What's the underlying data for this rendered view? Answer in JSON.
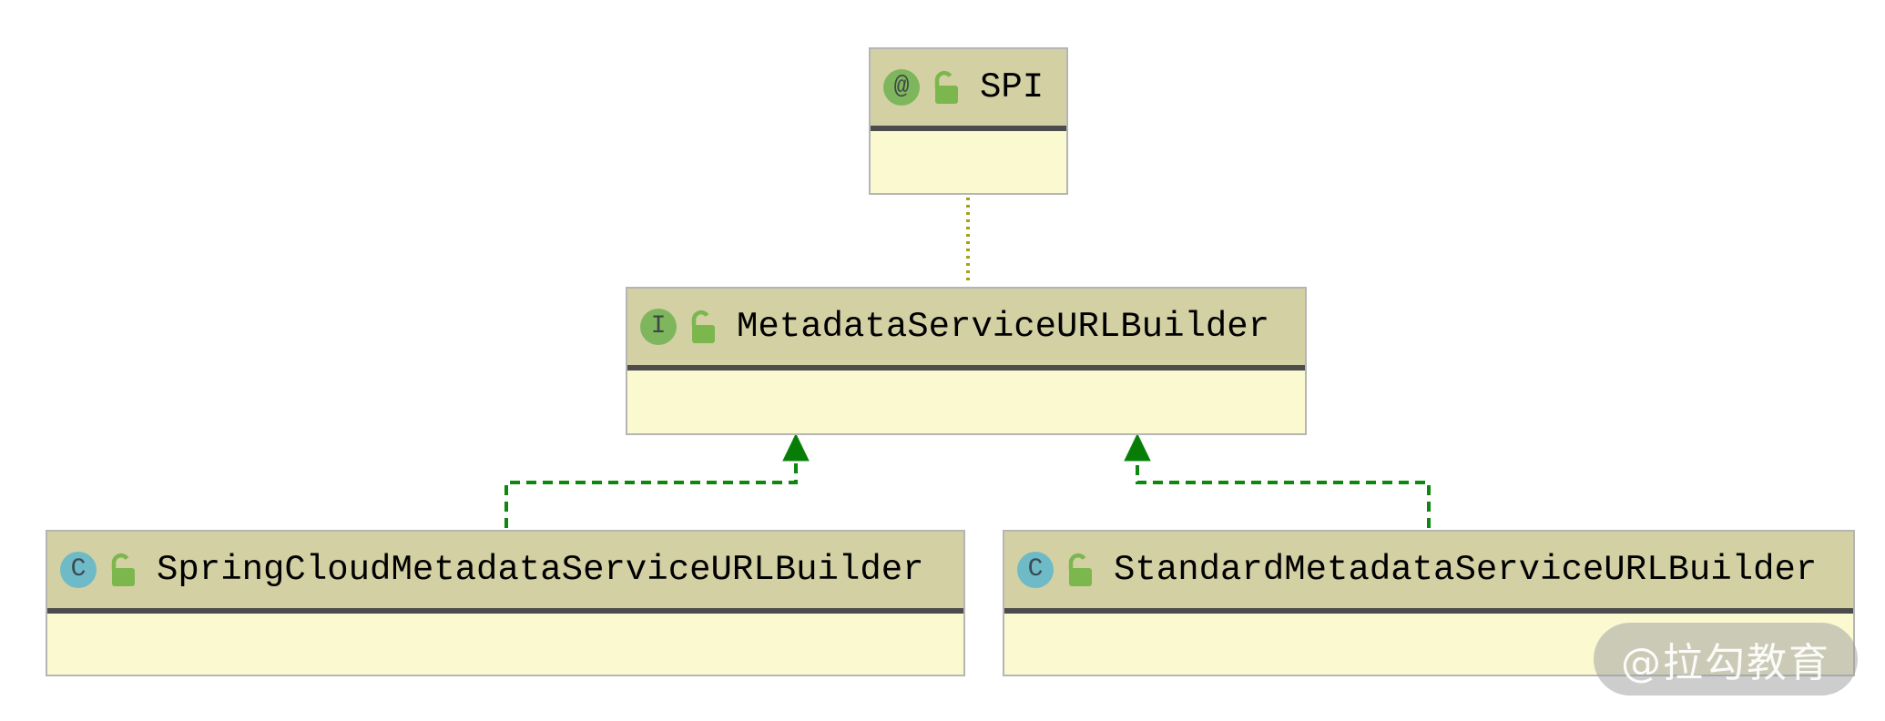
{
  "diagram": {
    "kind": "uml-class-diagram",
    "nodes": [
      {
        "id": "spi",
        "stereotype": "annotation",
        "icon_letter": "@",
        "modifier_icon": "open-lock",
        "label": "SPI",
        "members": ""
      },
      {
        "id": "metadata-service-url-builder",
        "stereotype": "interface",
        "icon_letter": "I",
        "modifier_icon": "open-lock",
        "label": "MetadataServiceURLBuilder",
        "members": ""
      },
      {
        "id": "spring-cloud-metadata-service-url-builder",
        "stereotype": "class",
        "icon_letter": "C",
        "modifier_icon": "open-lock",
        "label": "SpringCloudMetadataServiceURLBuilder",
        "members": ""
      },
      {
        "id": "standard-metadata-service-url-builder",
        "stereotype": "class",
        "icon_letter": "C",
        "modifier_icon": "open-lock",
        "label": "StandardMetadataServiceURLBuilder",
        "members": ""
      }
    ],
    "edges": [
      {
        "from": "metadata-service-url-builder",
        "to": "spi",
        "type": "annotation-dependency",
        "style": "dotted",
        "color": "#a3a311"
      },
      {
        "from": "spring-cloud-metadata-service-url-builder",
        "to": "metadata-service-url-builder",
        "type": "realization",
        "style": "dashed",
        "color": "#0d870d"
      },
      {
        "from": "standard-metadata-service-url-builder",
        "to": "metadata-service-url-builder",
        "type": "realization",
        "style": "dashed",
        "color": "#0d870d"
      }
    ],
    "colors": {
      "background": "#ffffff",
      "node_header": "#d3d0a4",
      "node_body": "#fbf9d0",
      "node_border": "#b5b5b5",
      "separator": "#4c4c4c",
      "realization_edge": "#0d870d",
      "realization_arrow": "#077d07",
      "annotation_edge": "#a3a311",
      "class_icon_bg": "#6ebac6",
      "interface_icon_bg": "#7eb65d",
      "annotation_icon_bg": "#7eb65d",
      "lock_icon": "#7cb74e",
      "label_text": "#000000",
      "watermark_text": "#ffffff"
    },
    "watermark": {
      "text": "@拉勾教育"
    }
  }
}
